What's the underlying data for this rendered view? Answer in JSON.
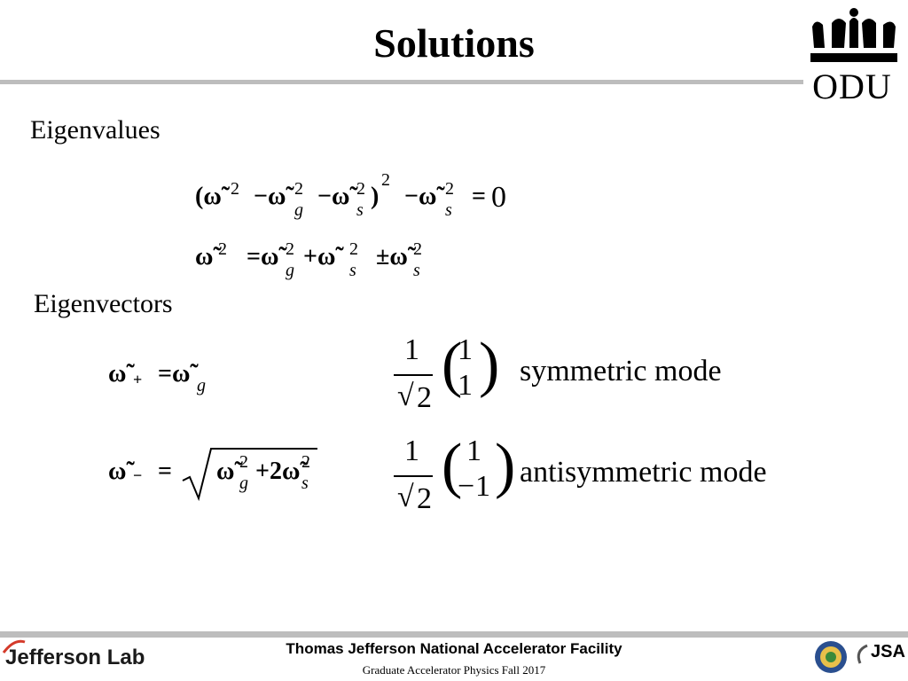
{
  "header": {
    "title": "Solutions",
    "logo_text": "ODU"
  },
  "sections": {
    "eigenvalues": "Eigenvalues",
    "eigenvectors": "Eigenvectors"
  },
  "equations": {
    "eig1_rhs": "0",
    "sq": "2",
    "sub_g": "g",
    "sub_s": "s",
    "one": "1",
    "two": "2",
    "sym_label": "symmetric mode",
    "antisym_label": "antisymmetric mode"
  },
  "footer": {
    "facility": "Thomas Jefferson National Accelerator Facility",
    "course": "Graduate Accelerator Physics Fall 2017",
    "jlab_logo": "Jefferson Lab",
    "jsa_logo": "JSA"
  },
  "colors": {
    "rule": "#bdbdbd",
    "jlab_swoosh": "#d43a2a",
    "seal_blue": "#2a4f8f"
  }
}
